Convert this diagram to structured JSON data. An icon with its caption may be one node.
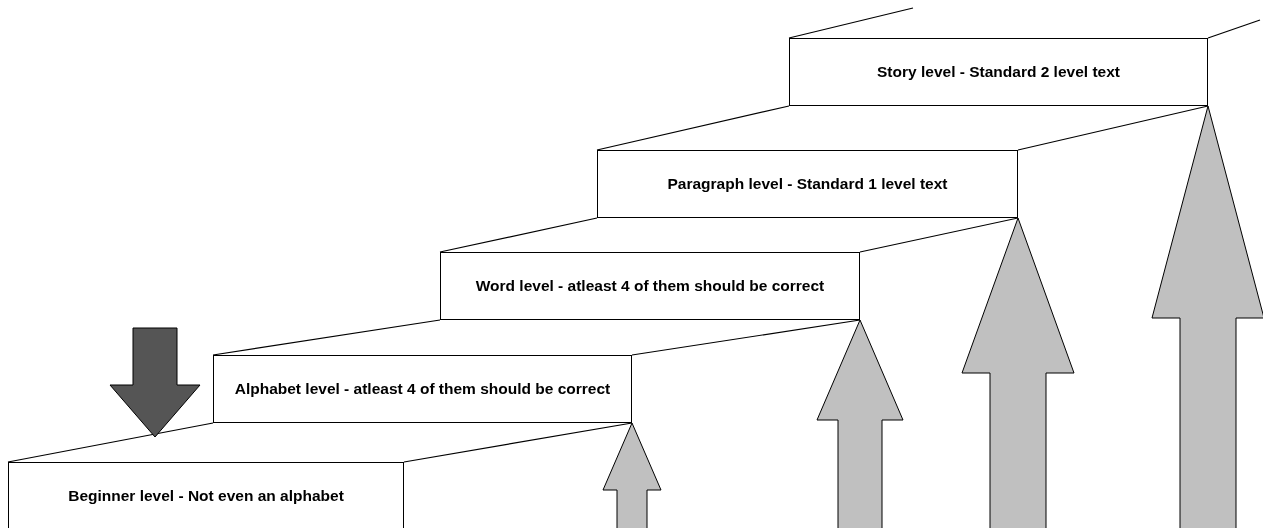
{
  "diagram": {
    "nodes": [
      {
        "text": [
          "Beginner level - Not even an alphabet"
        ]
      },
      {
        "text": [
          "Alphabet level - atleast 4 of them should be correct"
        ]
      },
      {
        "text": [
          "Word level - atleast 4 of them should be correct"
        ]
      },
      {
        "text": [
          "Paragraph level - Standard 1 level text"
        ]
      },
      {
        "text": [
          "Story level - Standard 2 level text"
        ]
      }
    ],
    "edges": [
      {
        "from": null,
        "to": 0,
        "arrow": "to",
        "color": "#555555"
      },
      {
        "from": null,
        "to": 1,
        "arrow": "to"
      },
      {
        "from": null,
        "to": 2,
        "arrow": "to"
      },
      {
        "from": null,
        "to": 3,
        "arrow": "to"
      },
      {
        "from": null,
        "to": 4,
        "arrow": "to"
      }
    ]
  }
}
